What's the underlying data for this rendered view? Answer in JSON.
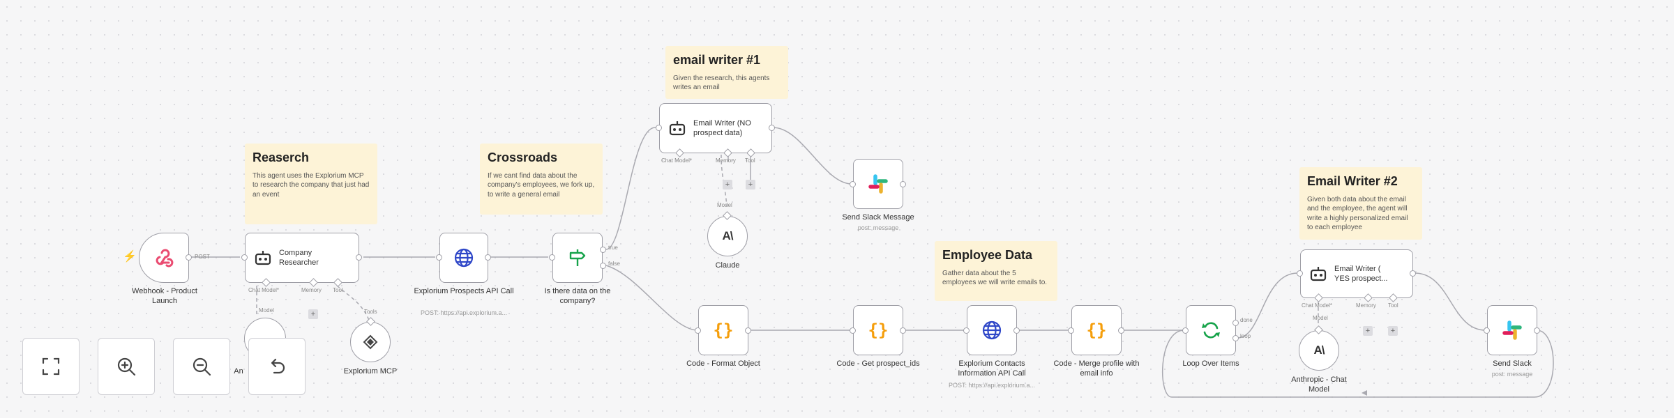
{
  "stickies": {
    "research": {
      "title": "Reaserch",
      "body": "This agent uses the Explorium MCP to research the company that just had an event"
    },
    "crossroads": {
      "title": "Crossroads",
      "body": "If we cant find data about the company's employees, we fork up, to write a general email"
    },
    "email1": {
      "title": "email writer #1",
      "body": "Given the research, this agents writes an email"
    },
    "employee": {
      "title": "Employee Data",
      "body": "Gather data about the 5 employees we will write emails to."
    },
    "email2": {
      "title": "Email Writer #2",
      "body": "Given both data about the email and the employee, the agent will write a highly personalized email to each employee"
    }
  },
  "nodes": {
    "webhook": {
      "label": "Webhook - Product Launch",
      "edge_label": "POST"
    },
    "researcher": {
      "label": "Company Researcher",
      "subs": [
        "Chat Model*",
        "Memory",
        "Tool"
      ]
    },
    "prospects_api": {
      "label": "Explorium Prospects API Call",
      "sub": "POST: https://api.explorium.a..."
    },
    "if_data": {
      "label": "Is there data on the company?",
      "true_label": "true",
      "false_label": "false"
    },
    "email_writer_no": {
      "label": "Email Writer (NO prospect data)",
      "subs": [
        "Chat Model*",
        "Memory",
        "Tool"
      ]
    },
    "claude": {
      "label": "Claude",
      "model_label": "Model"
    },
    "slack1": {
      "label": "Send Slack Message",
      "sub": "post: message"
    },
    "format_object": {
      "label": "Code - Format Object"
    },
    "get_prospect_ids": {
      "label": "Code - Get prospect_ids"
    },
    "contacts_api": {
      "label": "Explorium Contacts Information API Call",
      "sub": "POST: https://api.explorium.a..."
    },
    "merge_profile": {
      "label": "Code - Merge profile with email info"
    },
    "loop": {
      "label": "Loop Over Items",
      "done_label": "done",
      "loop_label": "loop"
    },
    "email_writer_yes": {
      "label": "Email Writer ( YES prospect...",
      "subs": [
        "Chat Model*",
        "Memory",
        "Tool"
      ]
    },
    "anthropic": {
      "label": "Anthropic - Chat Model",
      "model_label": "Model"
    },
    "slack2": {
      "label": "Send Slack",
      "sub": "post: message"
    },
    "anthropic_partial": {
      "label": "An"
    },
    "explorium_mcp": {
      "label": "Explorium MCP",
      "tools_label": "Tools"
    },
    "research_model_label": "Model"
  },
  "controls": {
    "fit_view": "fit-view-icon",
    "zoom_in": "zoom-in-icon",
    "zoom_out": "zoom-out-icon",
    "undo": "undo-icon"
  },
  "colors": {
    "sticky": "#fdf3d7",
    "node_border": "#9e9ea6",
    "edge": "#a9a9b0",
    "accent_red": "#ff6d5a",
    "globe_blue": "#2f47c8",
    "code_orange": "#f59e0b",
    "if_green": "#16a34a"
  }
}
